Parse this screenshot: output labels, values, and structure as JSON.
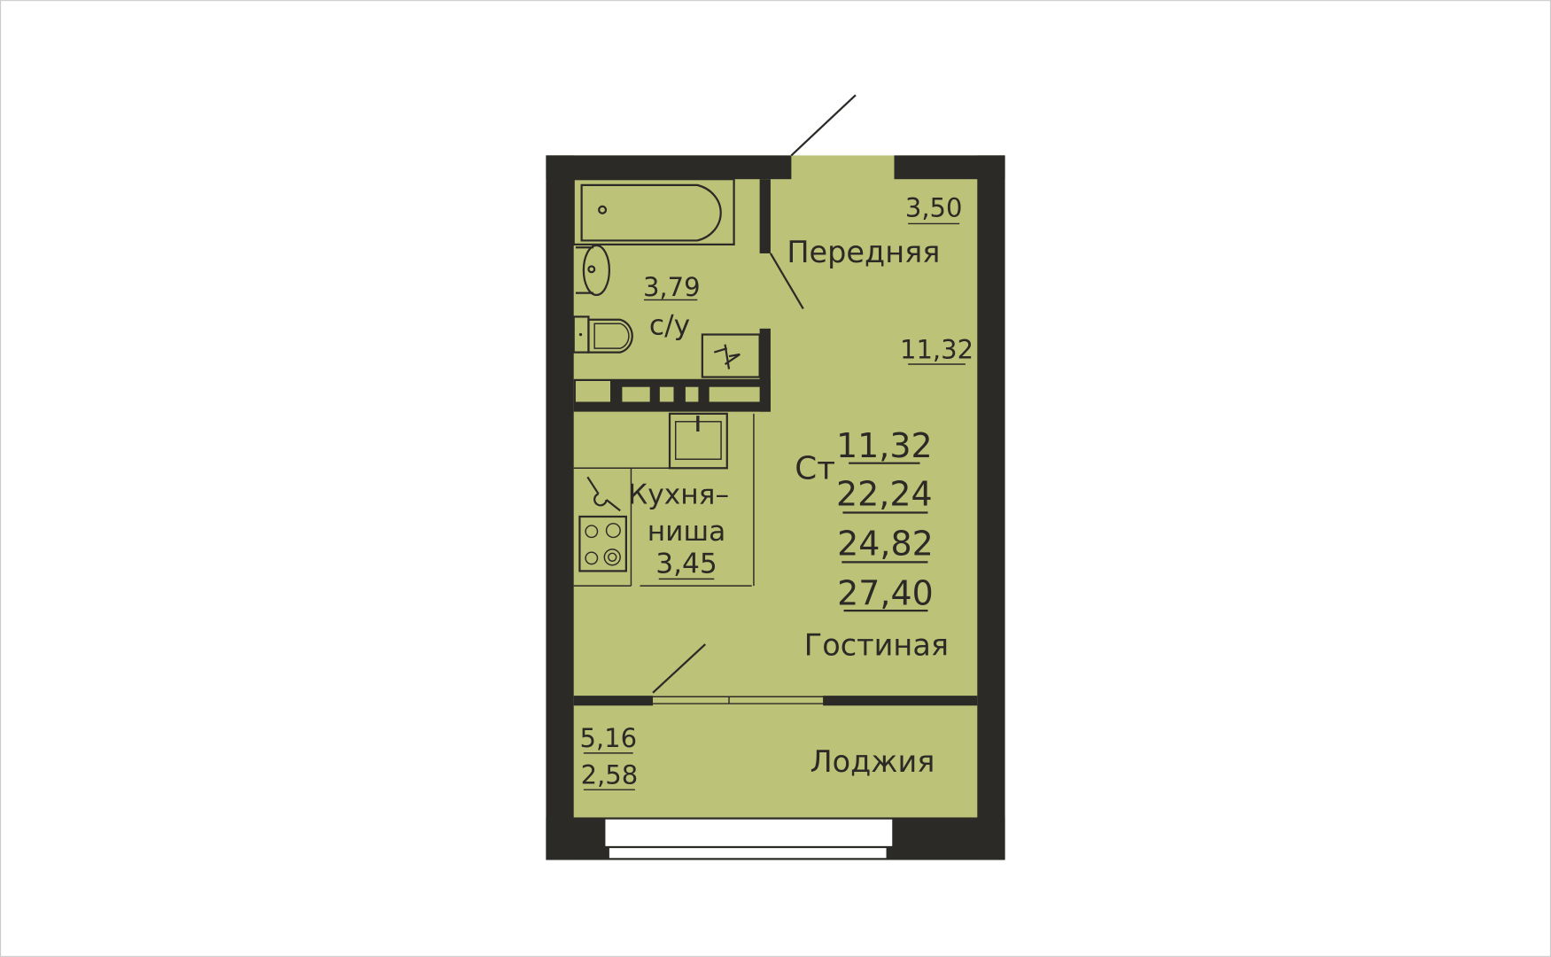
{
  "plan": {
    "colors": {
      "floor": "#bcc378",
      "wall": "#2b2a26",
      "window": "#ffffff"
    },
    "rooms": {
      "hall": {
        "name": "Передняя",
        "area": "3,50"
      },
      "bathroom": {
        "name": "с/у",
        "area": "3,79"
      },
      "kitchen": {
        "name_line1": "Кухня–",
        "name_line2": "ниша",
        "area": "3,45"
      },
      "living": {
        "name": "Гостиная",
        "area": "11,32"
      },
      "loggia": {
        "name": "Лоджия",
        "area_full": "5,16",
        "area_reduced": "2,58"
      }
    },
    "summary": {
      "type": "Ст",
      "living_area": "11,32",
      "area_without_loggia": "22,24",
      "area_with_loggia_reduced": "24,82",
      "total_area": "27,40"
    }
  }
}
